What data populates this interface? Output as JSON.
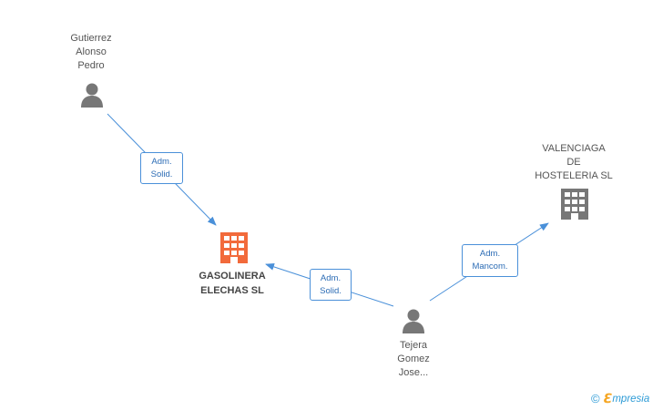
{
  "nodes": {
    "gutierrez": {
      "label": "Gutierrez\nAlonso\nPedro",
      "type": "person"
    },
    "gasolinera": {
      "label": "GASOLINERA\nELECHAS SL",
      "type": "company-main"
    },
    "valenciaga": {
      "label": "VALENCIAGA\nDE\nHOSTELERIA SL",
      "type": "company"
    },
    "tejera": {
      "label": "Tejera\nGomez\nJose...",
      "type": "person"
    }
  },
  "edges": {
    "gutierrez_gasolinera": {
      "label": "Adm.\nSolid."
    },
    "tejera_gasolinera": {
      "label": "Adm.\nSolid."
    },
    "tejera_valenciaga": {
      "label": "Adm.\nMancom."
    }
  },
  "colors": {
    "edge": "#4a90d9",
    "person_icon": "#777777",
    "company_icon": "#777777",
    "main_company_icon": "#f26a3b"
  },
  "watermark": {
    "symbol": "©",
    "e": "ℇ",
    "text": "mpresia"
  }
}
